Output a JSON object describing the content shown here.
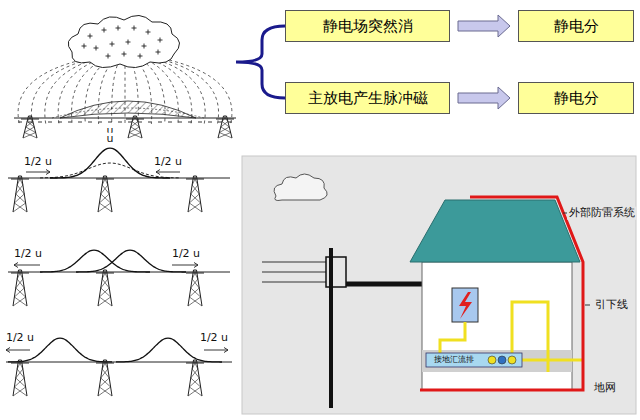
{
  "diagram": {
    "nodes": [
      {
        "text": [
          "静电场突然消"
        ]
      },
      {
        "text": [
          "静电分"
        ]
      },
      {
        "text": [
          "主放电产生脉冲磁"
        ]
      },
      {
        "text": [
          "静电分"
        ]
      }
    ],
    "edges": [
      {
        "from": 0,
        "to": 1,
        "arrow": "to"
      },
      {
        "from": 2,
        "to": 3,
        "arrow": "to"
      }
    ],
    "labels": [
      "u",
      "u",
      "1/2 u",
      "1/2 u",
      "1/2 u",
      "1/2 u",
      "1/2 u",
      "1/2 u",
      "外部防雷系统",
      "引下线",
      "地网",
      "接地汇流排"
    ]
  }
}
